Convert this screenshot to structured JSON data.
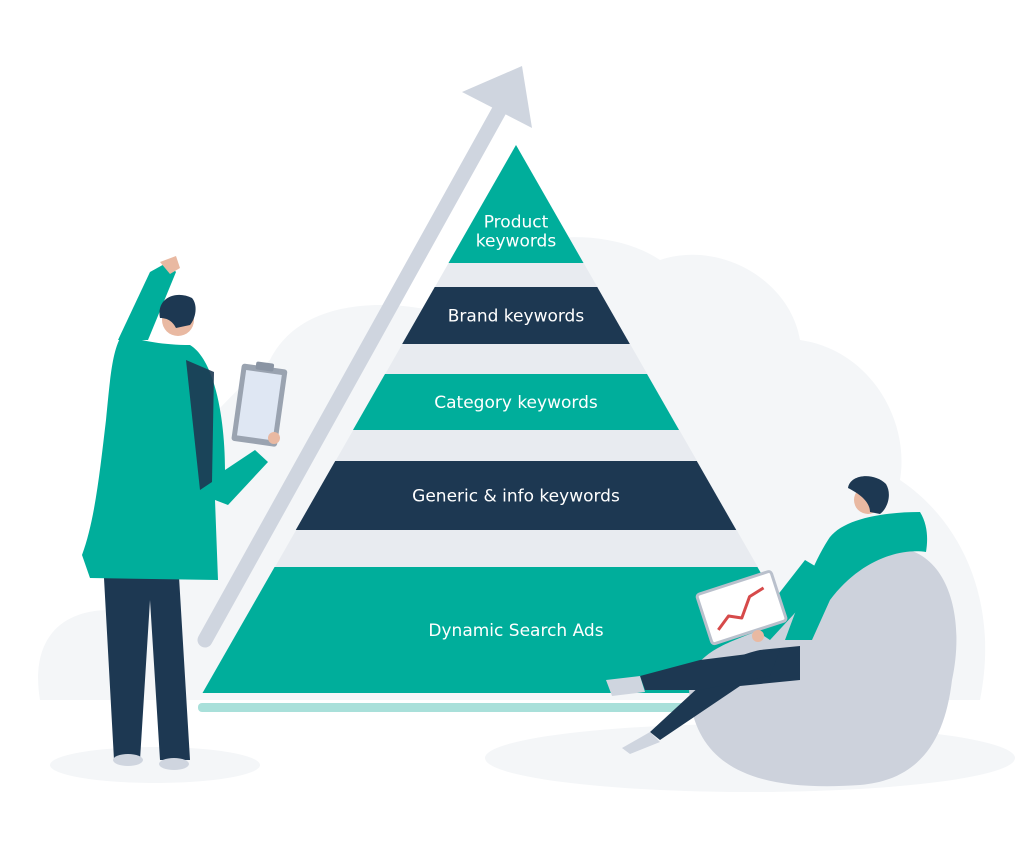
{
  "colors": {
    "teal": "#00ae9b",
    "navy": "#1d3852",
    "band_gray": "#e8ebf0",
    "blob": "#f4f6f8",
    "arrow": "#cfd5df",
    "chair": "#cdd2dc",
    "base_line": "#a9e0da",
    "label": "#ffffff"
  },
  "pyramid": {
    "tiers": [
      {
        "lines": [
          "Product",
          "keywords"
        ],
        "color": "teal"
      },
      {
        "lines": [
          "Brand keywords"
        ],
        "color": "navy"
      },
      {
        "lines": [
          "Category keywords"
        ],
        "color": "teal"
      },
      {
        "lines": [
          "Generic & info keywords"
        ],
        "color": "navy"
      },
      {
        "lines": [
          "Dynamic Search Ads"
        ],
        "color": "teal"
      }
    ]
  },
  "illustration": {
    "growth_arrow": "up-right-arrow-icon",
    "figures": [
      "standing-man-with-clipboard",
      "sitting-man-with-chart-on-beanbag"
    ]
  }
}
